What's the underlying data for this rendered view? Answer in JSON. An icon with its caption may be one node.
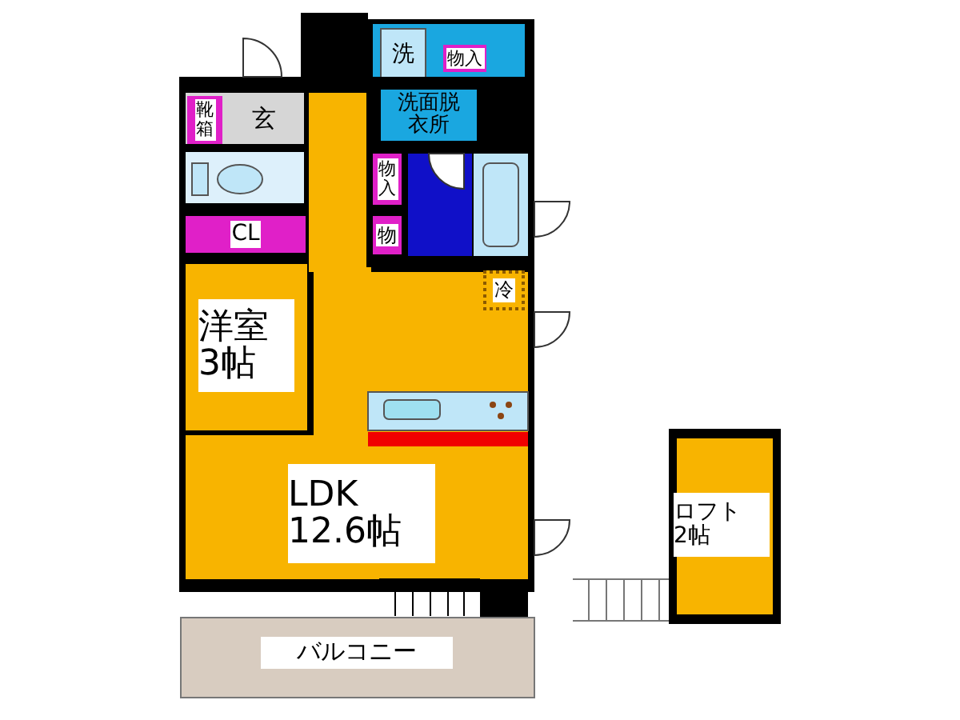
{
  "diagram": {
    "nodes": [
      {
        "text": [
          "洗"
        ]
      },
      {
        "text": [
          "物入"
        ]
      },
      {
        "text": [
          "洗面脱衣所"
        ]
      },
      {
        "text": [
          "靴箱"
        ]
      },
      {
        "text": [
          "玄"
        ]
      },
      {
        "text": [
          "物入"
        ]
      },
      {
        "text": [
          "物"
        ]
      },
      {
        "text": [
          "CL"
        ]
      },
      {
        "text": [
          "冷"
        ]
      },
      {
        "text": [
          "洋室",
          "3帖"
        ]
      },
      {
        "text": [
          "LDK",
          "12.6帖"
        ]
      },
      {
        "text": [
          "ロフト",
          "2帖"
        ]
      },
      {
        "text": [
          "バルコニー"
        ]
      }
    ],
    "edges": []
  }
}
